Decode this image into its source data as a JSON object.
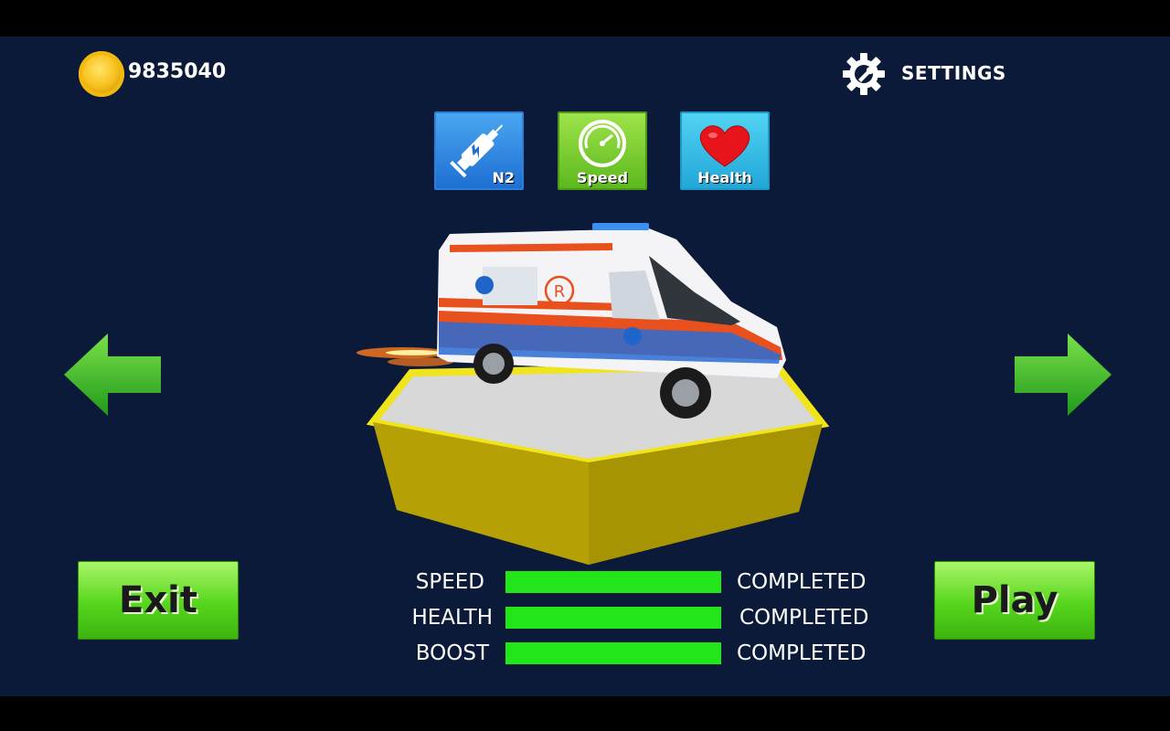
{
  "hud": {
    "coins": "9835040",
    "settings_label": "SETTINGS"
  },
  "powerups": [
    {
      "name": "n2",
      "label": "N2",
      "color": "#2f86e0"
    },
    {
      "name": "speed",
      "label": "Speed",
      "color": "#6cc52a"
    },
    {
      "name": "health",
      "label": "Health",
      "color": "#2bb4e2"
    }
  ],
  "buttons": {
    "exit_label": "Exit",
    "play_label": "Play"
  },
  "stats": [
    {
      "label": "SPEED",
      "progress": 1.0,
      "status": "COMPLETED"
    },
    {
      "label": "HEALTH",
      "progress": 1.0,
      "status": "COMPLETED"
    },
    {
      "label": "BOOST",
      "progress": 1.0,
      "status": "COMPLETED"
    }
  ],
  "vehicle": {
    "livery_text": "R"
  },
  "colors": {
    "background": "#0c1a3a",
    "accent_green": "#22e51a",
    "platform_yellow": "#f0e41c"
  },
  "icons": [
    "coin-icon",
    "gear-icon",
    "syringe-icon",
    "speedometer-icon",
    "heart-icon",
    "arrow-left-icon",
    "arrow-right-icon"
  ]
}
